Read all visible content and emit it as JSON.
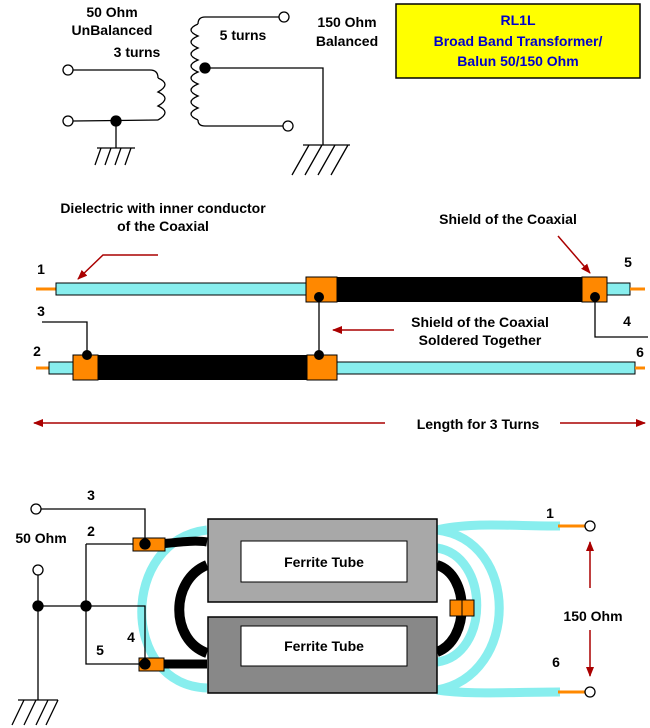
{
  "title_box": {
    "line1": "RL1L",
    "line2": "Broad Band Transformer/",
    "line3": "Balun 50/150 Ohm",
    "bg_color": "#FFFF00",
    "text_color": "#0000CC"
  },
  "schematic": {
    "left_label_line1": "50 Ohm",
    "left_label_line2": "UnBalanced",
    "primary_turns": "3 turns",
    "secondary_turns": "5 turns",
    "right_label_line1": "150 Ohm",
    "right_label_line2": "Balanced"
  },
  "coax_section": {
    "dielectric_label_line1": "Dielectric with inner conductor",
    "dielectric_label_line2": "of the Coaxial",
    "shield_label": "Shield of the Coaxial",
    "soldered_label_line1": "Shield of the Coaxial",
    "soldered_label_line2": "Soldered Together",
    "length_label": "Length for 3 Turns",
    "pins": [
      "1",
      "2",
      "3",
      "4",
      "5",
      "6"
    ]
  },
  "ferrite_section": {
    "core_top_label": "Ferrite Tube",
    "core_bottom_label": "Ferrite Tube",
    "left_impedance": "50 Ohm",
    "right_impedance": "150 Ohm",
    "pins": [
      "1",
      "2",
      "3",
      "4",
      "5",
      "6"
    ]
  },
  "colors": {
    "dielectric": "#88EEEE",
    "shield": "#000000",
    "solder": "#FF8800",
    "arrow": "#AA0000",
    "core_top": "#A8A8A8",
    "core_bottom": "#888888"
  }
}
